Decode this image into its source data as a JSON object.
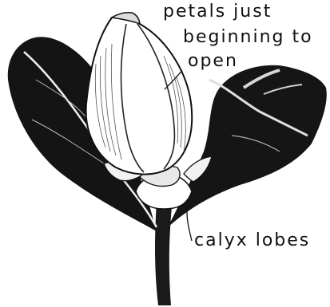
{
  "labels": {
    "petals_line1": "petals just",
    "petals_line2": "beginning to",
    "petals_line3": "open",
    "calyx": "calyx lobes"
  },
  "colors": {
    "ink": "#111111",
    "paper": "#ffffff",
    "highlight": "#e8e8e8"
  }
}
